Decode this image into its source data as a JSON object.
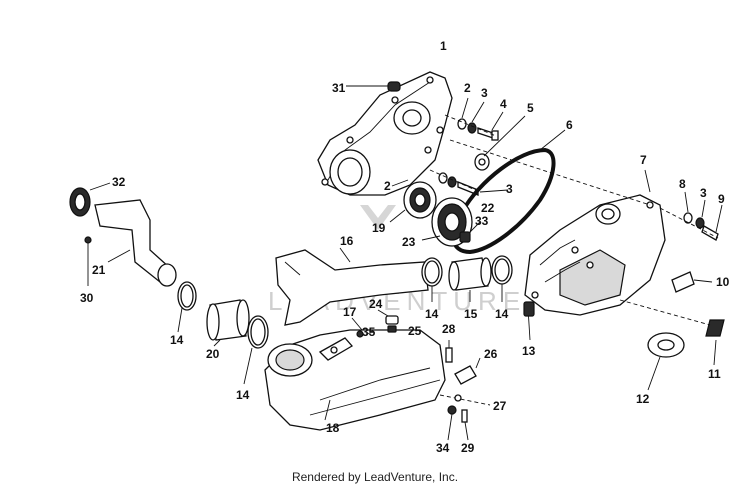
{
  "watermark": "LEADVENTURE",
  "footer": "Rendered by LeadVenture, Inc.",
  "callouts": {
    "c1": "1",
    "c2a": "2",
    "c2b": "2",
    "c3a": "3",
    "c3b": "3",
    "c3c": "3",
    "c4": "4",
    "c5": "5",
    "c6": "6",
    "c7": "7",
    "c8": "8",
    "c9": "9",
    "c10": "10",
    "c11": "11",
    "c12": "12",
    "c13": "13",
    "c14a": "14",
    "c14b": "14",
    "c14c": "14",
    "c14d": "14",
    "c15": "15",
    "c16": "16",
    "c17": "17",
    "c18": "18",
    "c19": "19",
    "c20": "20",
    "c21": "21",
    "c22": "22",
    "c23": "23",
    "c24": "24",
    "c25": "25",
    "c26": "26",
    "c27": "27",
    "c28": "28",
    "c29": "29",
    "c30": "30",
    "c31": "31",
    "c32": "32",
    "c33": "33",
    "c34": "34",
    "c35": "35"
  }
}
